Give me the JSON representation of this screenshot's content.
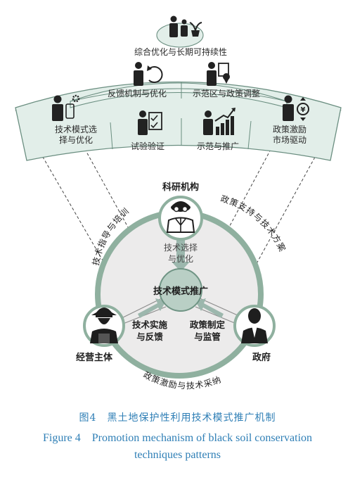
{
  "colors": {
    "band_fill": "#e2eee9",
    "band_stroke": "#6a8e80",
    "ring": "#8fb09f",
    "disk": "#ecebeb",
    "caption": "#2f7fb6",
    "arrow": "#9cb7ad"
  },
  "fan": {
    "top": {
      "label": "综合优化与长期可持续性",
      "icon": "people-plant-icon"
    },
    "row1": [
      {
        "label": "反馈机制与优化",
        "icon": "person-cycle-icon"
      },
      {
        "label": "示范区与政策调整",
        "icon": "person-map-pin-icon"
      }
    ],
    "row2": [
      {
        "label_lines": [
          "技术模式选",
          "择与优化"
        ],
        "icon": "person-gear-icon"
      },
      {
        "label": "试验验证",
        "icon": "person-checklist-icon"
      },
      {
        "label": "示范与推广",
        "icon": "person-chart-icon"
      },
      {
        "label_lines": [
          "政策激励",
          "市场驱动"
        ],
        "icon": "person-coin-icon"
      }
    ]
  },
  "actors": {
    "research": {
      "label": "科研机构",
      "icon": "scientist-icon"
    },
    "farmer": {
      "label": "经营主体",
      "icon": "farmer-icon"
    },
    "government": {
      "label": "政府",
      "icon": "official-icon"
    }
  },
  "center": {
    "label": "技术模式推广"
  },
  "flows": {
    "research_to_center": [
      "技术选择",
      "与优化"
    ],
    "farmer_to_center": [
      "技术实施",
      "与反馈"
    ],
    "government_to_center": [
      "政策制定",
      "与监管"
    ]
  },
  "ring_labels": {
    "left": "技术指导与培训",
    "right": "政策支持与技术方案",
    "bottom": "政策激励与技术采纳"
  },
  "caption": {
    "cn": "图4　黑土地保护性利用技术模式推广机制",
    "en_lines": [
      "Figure 4　Promotion mechanism of black soil conservation",
      "techniques patterns"
    ]
  }
}
